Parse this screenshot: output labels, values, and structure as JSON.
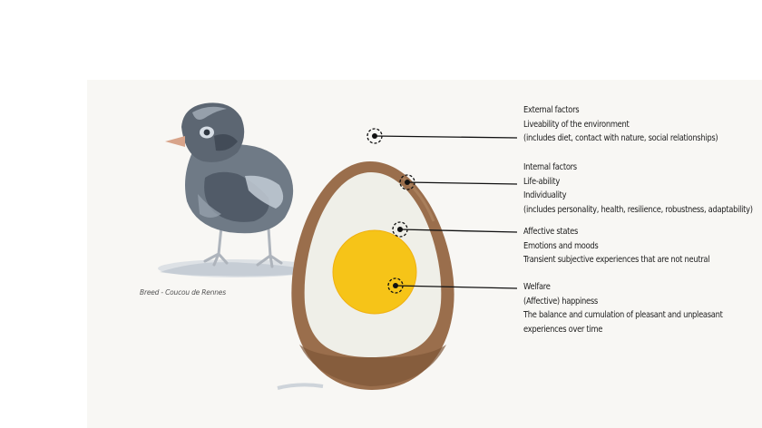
{
  "illustration": {
    "chick_caption": "Breed - Coucou de Rennes"
  },
  "annotations": [
    {
      "title": "External factors",
      "lines": [
        "Liveability of the environment",
        "(includes diet, contact with nature, social relationships)"
      ]
    },
    {
      "title": "Internal factors",
      "lines": [
        "Life-ability",
        "Individuality",
        "(includes personality, health, resilience, robustness, adaptability)"
      ]
    },
    {
      "title": "Affective  states",
      "lines": [
        "Emotions and moods",
        "Transient subjective experiences that are not neutral"
      ]
    },
    {
      "title": "Welfare",
      "lines": [
        "(Affective)  happiness",
        "The balance and cumulation of pleasant and unpleasant",
        "experiences over time"
      ]
    }
  ],
  "colors": {
    "background_panel": "#f8f7f4",
    "shell": "#9a6e4c",
    "shell_dark": "#7d5638",
    "egg_white": "#efefe8",
    "yolk": "#f6c418",
    "yolk_edge": "#f0b010",
    "chick_body": "#6f7a86",
    "chick_dark": "#3c4550",
    "chick_light": "#c3ccd6",
    "beak": "#d8a48a",
    "shadow": "#b9c4cf",
    "leader": "#111111"
  }
}
